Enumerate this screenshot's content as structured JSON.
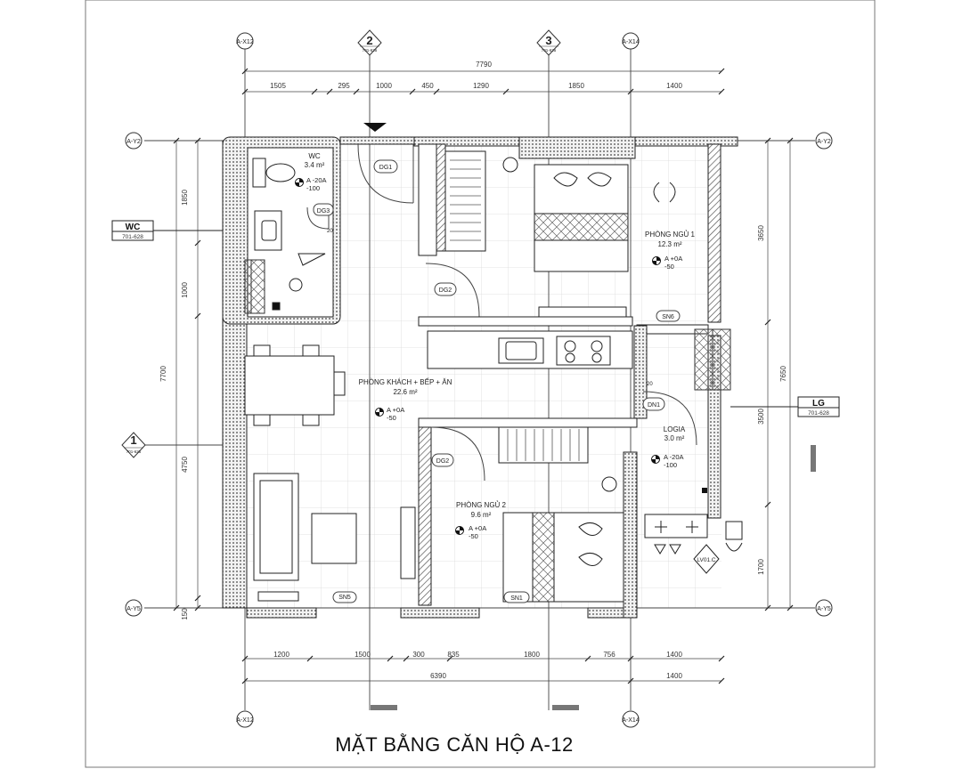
{
  "title": "MẶT BẰNG CĂN HỘ A-12",
  "grid": {
    "cols": [
      {
        "id": "A-X12"
      },
      {
        "num": "2",
        "ref": "701-625"
      },
      {
        "num": "3",
        "ref": "701-625"
      },
      {
        "id": "A-X14"
      }
    ],
    "rows": {
      "top": "A-Y2",
      "mid_num": "1",
      "mid_ref": "701-625",
      "bottom": "A-Y5"
    }
  },
  "dims": {
    "top_total": "7790",
    "top": [
      "1505",
      "295",
      "1000",
      "450",
      "1290",
      "1850",
      "1400"
    ],
    "bottom": [
      "1200",
      "1500",
      "300",
      "835",
      "1800",
      "756",
      "1400"
    ],
    "bottom_total": "6390",
    "bottom_right": "1400",
    "left": [
      "1850",
      "1000",
      "4750",
      "150"
    ],
    "left_total": "7700",
    "right": [
      "3650",
      "3500",
      "1700"
    ],
    "right_total": "7650"
  },
  "tags": {
    "wc": {
      "label": "WC",
      "ref": "701-628"
    },
    "lg": {
      "label": "LG",
      "ref": "701-628"
    }
  },
  "rooms": {
    "wc": {
      "name": "WC",
      "area": "3.4 m²",
      "level": "A -20A",
      "level_sub": "-100"
    },
    "bedroom1": {
      "name": "PHÒNG NGỦ 1",
      "area": "12.3 m²",
      "level": "A +0A",
      "level_sub": "-50"
    },
    "living": {
      "name": "PHÒNG KHÁCH + BẾP + ĂN",
      "area": "22.6 m²",
      "level": "A +0A",
      "level_sub": "-50"
    },
    "logia": {
      "name": "LOGIA",
      "area": "3.0 m²",
      "level": "A -20A",
      "level_sub": "-100"
    },
    "bedroom2": {
      "name": "PHÒNG NGỦ 2",
      "area": "9.6 m²",
      "level": "A +0A",
      "level_sub": "-50"
    }
  },
  "doors": [
    "DG1",
    "DG3",
    "DG2",
    "DG2",
    "DN1"
  ],
  "windows": [
    "SN6",
    "SN5",
    "SN1"
  ],
  "small_marks": [
    "20",
    "20"
  ],
  "lv_mark": "LV01.C"
}
